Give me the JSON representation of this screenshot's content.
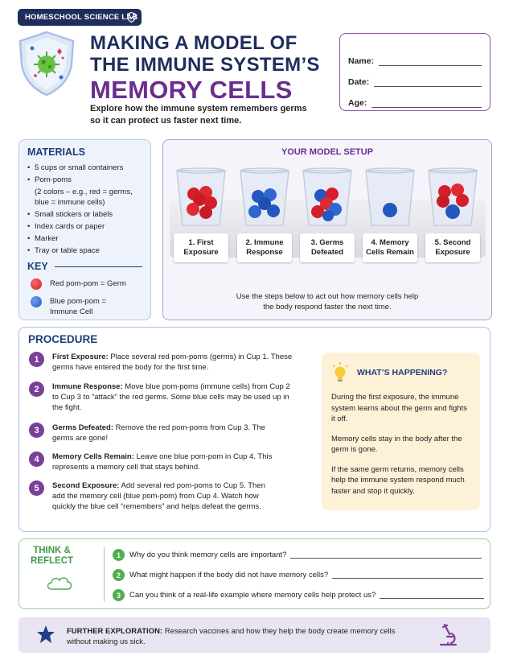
{
  "header": {
    "brand": "HOMESCHOOL SCIENCE LAB",
    "title_line1": "MAKING A MODEL OF",
    "title_line2": "THE IMMUNE SYSTEM’S",
    "title_line3": "MEMORY CELLS",
    "subtitle_line1": "Explore how the immune system remembers germs",
    "subtitle_line2": "so it can protect us faster next time."
  },
  "name_box": {
    "name_label": "Name:",
    "date_label": "Date:",
    "age_label": "Age:"
  },
  "materials": {
    "heading": "MATERIALS",
    "items": [
      "5 cups or small containers",
      "Pom-poms",
      "(2 colors – e.g., red = germs, blue = immune cells)",
      "Small stickers or labels",
      "Index cards or paper",
      "Marker",
      "Tray or table space"
    ],
    "key_heading": "KEY",
    "key_red": "Red pom-pom = Germ",
    "key_blue": "Blue pom-pom = Immune Cell"
  },
  "model_setup": {
    "heading": "YOUR MODEL SETUP",
    "cups": [
      {
        "label": "1. First Exposure"
      },
      {
        "label": "2. Immune Response"
      },
      {
        "label": "3. Germs Defeated"
      },
      {
        "label": "4. Memory Cells Remain"
      },
      {
        "label": "5. Second Exposure"
      }
    ],
    "caption_line1": "Use the steps below to act out how memory cells help",
    "caption_line2": "the body respond faster the next time."
  },
  "procedure": {
    "heading": "PROCEDURE",
    "steps": [
      {
        "num": "1",
        "title": "First Exposure:",
        "text": " Place several red pom-poms (germs) in Cup 1. These germs have entered the body for the first time."
      },
      {
        "num": "2",
        "title": "Immune Response:",
        "text": " Move blue pom-poms (immune cells) from Cup 2 to Cup 3 to “attack” the red germs. Some blue cells may be used up in the fight."
      },
      {
        "num": "3",
        "title": "Germs Defeated:",
        "text": " Remove the red pom-poms from Cup 3. The germs are gone!"
      },
      {
        "num": "4",
        "title": "Memory Cells Remain:",
        "text": " Leave one blue pom-pom in Cup 4. This represents a memory cell that stays behind."
      },
      {
        "num": "5",
        "title": "Second Exposure:",
        "text": " Add several red pom-poms to Cup 5. Then add the memory cell (blue pom-pom) from Cup 4. Watch how quickly the blue cell “remembers” and helps defeat the germs."
      }
    ],
    "happening_heading": "WHAT’S HAPPENING?",
    "happening_p1": "During the first exposure, the immune system learns about the germ and fights it off.",
    "happening_p2": "Memory cells stay in the body after the germ is gone.",
    "happening_p3": "If the same germ returns, memory cells help the immune system respond much faster and stop it quickly."
  },
  "think": {
    "heading_line1": "THINK &",
    "heading_line2": "REFLECT",
    "questions": [
      {
        "num": "1",
        "text": "Why do you think memory cells are important?"
      },
      {
        "num": "2",
        "text": "What might happen if the body did not have memory cells?"
      },
      {
        "num": "3",
        "text": "Can you think of a real-life example where memory cells help protect us?"
      }
    ]
  },
  "further": {
    "label": "FURTHER EXPLORATION:",
    "text": " Research vaccines and how they help the body create memory cells without making us sick."
  },
  "colors": {
    "navy": "#1f2d5c",
    "purple": "#6a2e8e",
    "green": "#4fae4d",
    "red_pom": "#d41e2a",
    "blue_pom": "#2358c2"
  }
}
